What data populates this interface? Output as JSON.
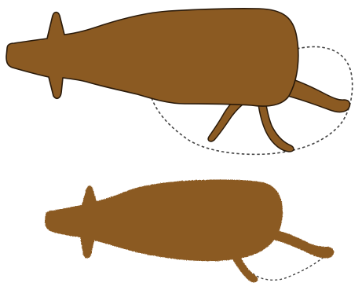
{
  "colors": {
    "background": "#ffffff",
    "body_fill": "#8B5A22",
    "body_outline": "#2a1a0a",
    "dashed_outline": "#444444"
  },
  "figures": [
    {
      "id": "top",
      "style": "outlined"
    },
    {
      "id": "bottom",
      "style": "soft"
    }
  ]
}
